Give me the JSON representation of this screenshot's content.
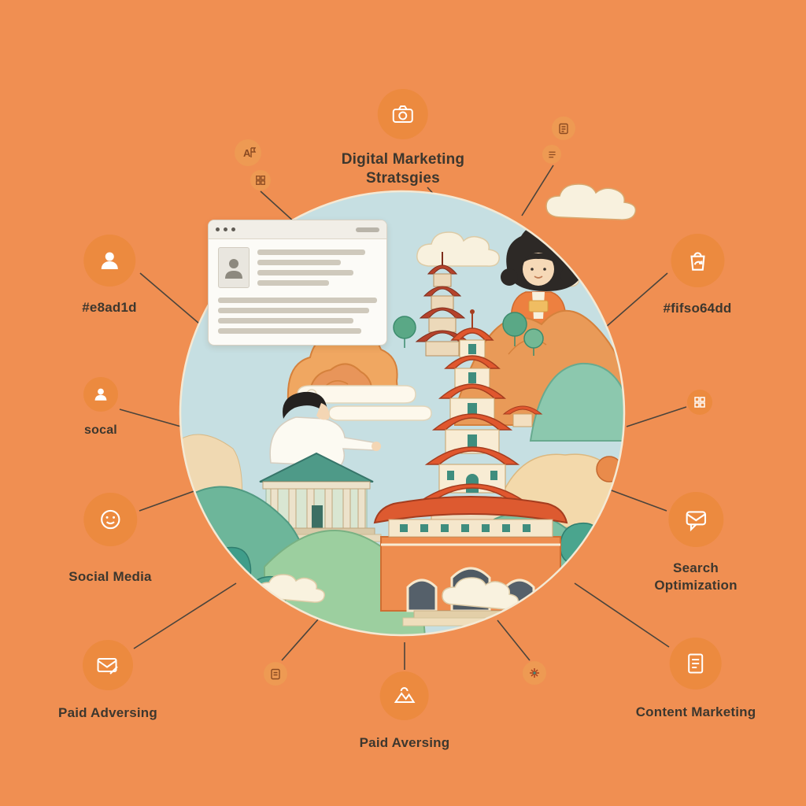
{
  "palette": {
    "background": "#f08f52",
    "node_circle": "#ec8a3f",
    "connector_line": "#4a443c",
    "label_text": "#3d372e",
    "circle_sky": "#c6dfe2"
  },
  "title_node": {
    "icon": "camera-icon",
    "line1": "Digital Marketing",
    "line2": "Stratsgies"
  },
  "nodes": {
    "hashtag_left": {
      "icon": "user-icon",
      "label": "#e8ad1d"
    },
    "social": {
      "icon": "user-icon",
      "label": "socal"
    },
    "social_media": {
      "icon": "smiley-icon",
      "label": "Social Media"
    },
    "paid_advertising": {
      "icon": "mail-pencil-icon",
      "label": "Paid Adversing"
    },
    "paid_aversing": {
      "icon": "mountain-icon",
      "label": "Paid Aversing"
    },
    "content_marketing": {
      "icon": "document-icon",
      "label": "Content Marketing"
    },
    "search_optimization": {
      "icon": "chat-mail-icon",
      "line1": "Search",
      "line2": "Optimization"
    },
    "hashtag_right": {
      "icon": "shopping-bag-refresh-icon",
      "label": "#fifso64dd"
    }
  },
  "satellites": {
    "flag_a": {
      "icon": "flag-a-icon",
      "letter": "A"
    },
    "grid": {
      "icon": "grid-icon"
    },
    "clipboard": {
      "icon": "clipboard-icon"
    },
    "list": {
      "icon": "list-icon"
    },
    "tag": {
      "icon": "tag-icon"
    },
    "sparkle": {
      "icon": "sparkle-icon"
    },
    "grid_right": {
      "icon": "grid-icon"
    }
  },
  "center_scene": {
    "alt": "Circular illustration: Chinese pagodas, temple gate, classical building, mountains, trees, clouds, man in white and woman in orange, browser window card"
  }
}
